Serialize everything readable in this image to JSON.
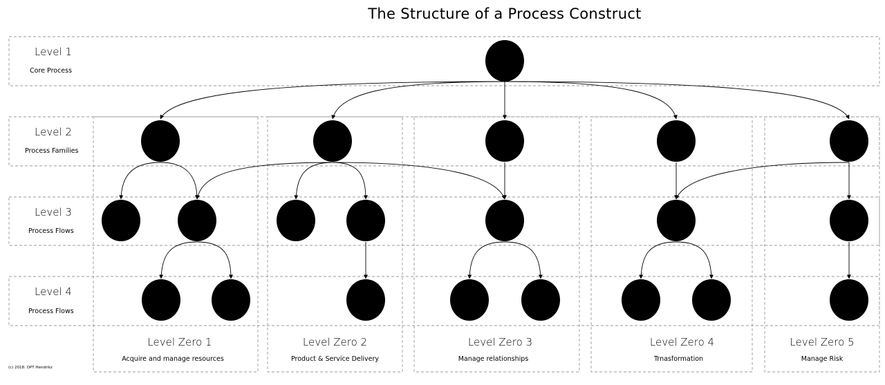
{
  "title": "The Structure of a Process Construct",
  "levels": [
    {
      "title": "Level 1",
      "subtitle": "Core Process"
    },
    {
      "title": "Level 2",
      "subtitle": "Process Families"
    },
    {
      "title": "Level 3",
      "subtitle": "Process Flows"
    },
    {
      "title": "Level 4",
      "subtitle": "Process Flows"
    }
  ],
  "level_zero": [
    {
      "title": "Level Zero 1",
      "subtitle": "Acquire and manage resources"
    },
    {
      "title": "Level Zero 2",
      "subtitle": "Product & Service Delivery"
    },
    {
      "title": "Level Zero 3",
      "subtitle": "Manage relationships"
    },
    {
      "title": "Level Zero 4",
      "subtitle": "Trnasformation"
    },
    {
      "title": "Level Zero 5",
      "subtitle": "Manage Risk"
    }
  ],
  "copyright": "(c) 2018: OPT Hendrikz",
  "colors": {
    "node_fill": "#000000",
    "edge_stroke": "#000000",
    "box_border": "#999999"
  }
}
